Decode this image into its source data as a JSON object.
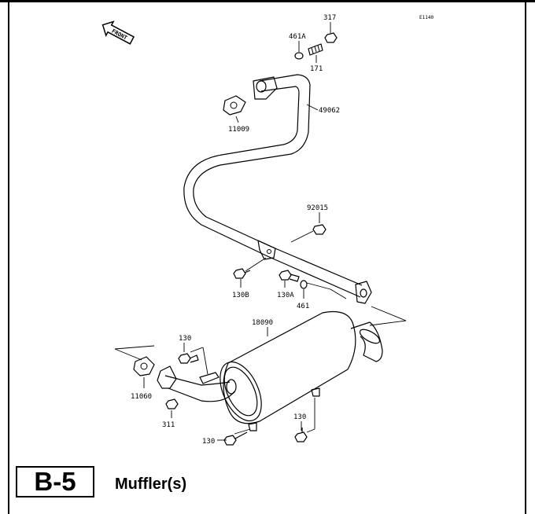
{
  "diagram": {
    "code": "E1140",
    "front_label": "FRONT",
    "section_code": "B-5",
    "section_title": "Muffler(s)",
    "parts": {
      "p317": "317",
      "p461A": "461A",
      "p171": "171",
      "p49062": "49062",
      "p11009": "11009",
      "p92015": "92015",
      "p130B": "130B",
      "p130A": "130A",
      "p461": "461",
      "p18090": "18090",
      "p130_top": "130",
      "p11060": "11060",
      "p311": "311",
      "p130_bottom": "130",
      "p130_right": "130"
    }
  }
}
